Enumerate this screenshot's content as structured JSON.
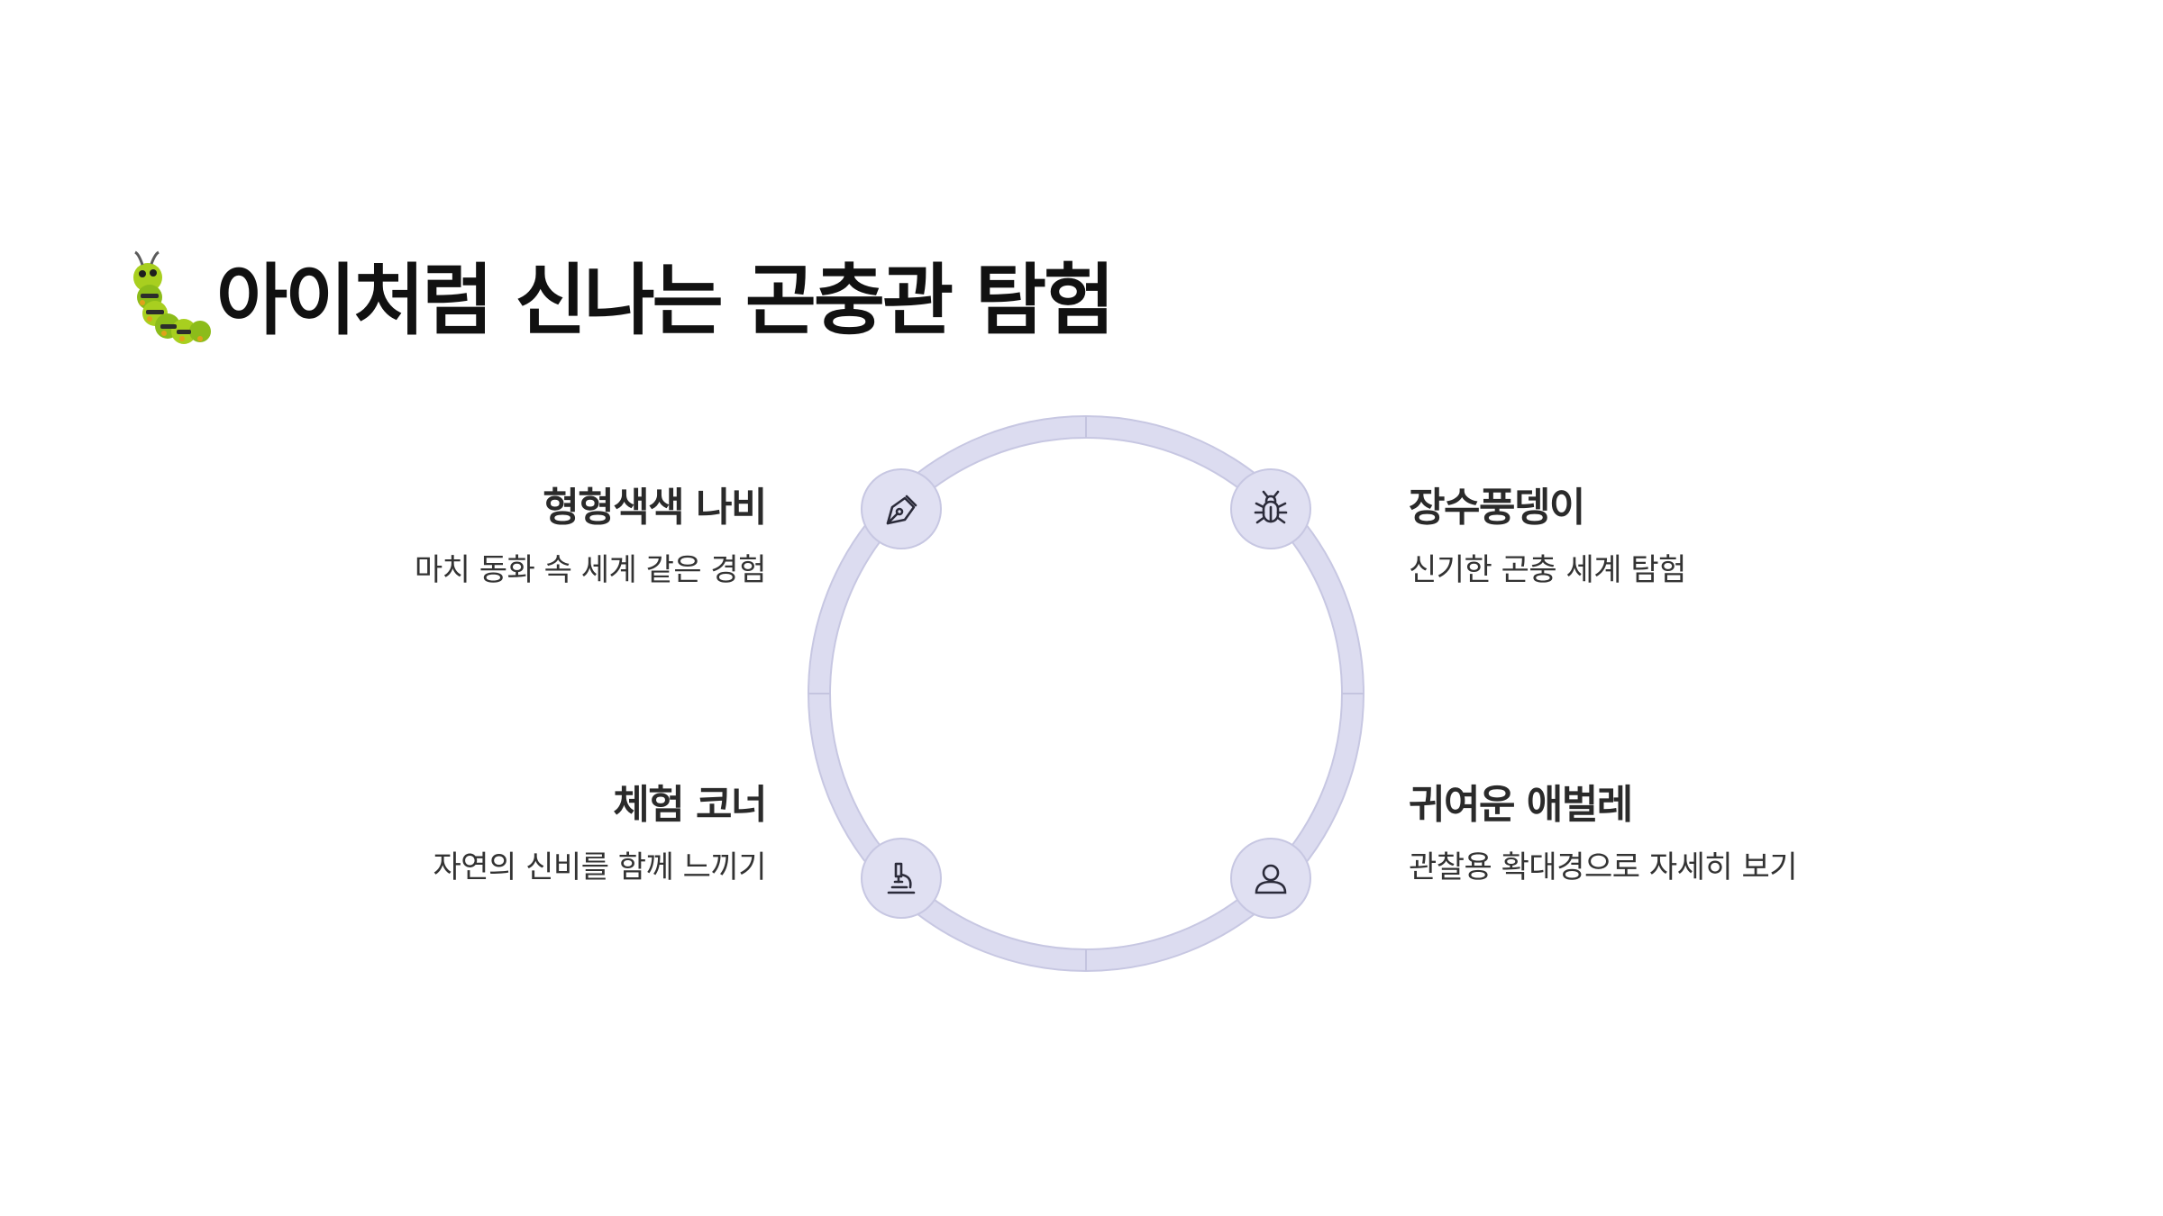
{
  "title": {
    "emoji": "caterpillar-emoji",
    "text": "아이처럼 신나는 곤충관 탐험"
  },
  "diagram": {
    "type": "cycle",
    "colors": {
      "ring": "#dcdcf0",
      "ring_stroke": "#c7c7e2",
      "node": "#e0e0f2",
      "icon": "#2b2b3a"
    },
    "items": [
      {
        "id": "top-left",
        "title": "형형색색 나비",
        "description": "마치 동화 속 세계 같은 경험",
        "icon": "pen-nib-icon"
      },
      {
        "id": "top-right",
        "title": "장수풍뎅이",
        "description": "신기한 곤충 세계 탐험",
        "icon": "bug-icon"
      },
      {
        "id": "bottom-left",
        "title": "체험 코너",
        "description": "자연의 신비를 함께 느끼기",
        "icon": "microscope-icon"
      },
      {
        "id": "bottom-right",
        "title": "귀여운 애벌레",
        "description": "관찰용 확대경으로 자세히 보기",
        "icon": "person-icon"
      }
    ]
  }
}
